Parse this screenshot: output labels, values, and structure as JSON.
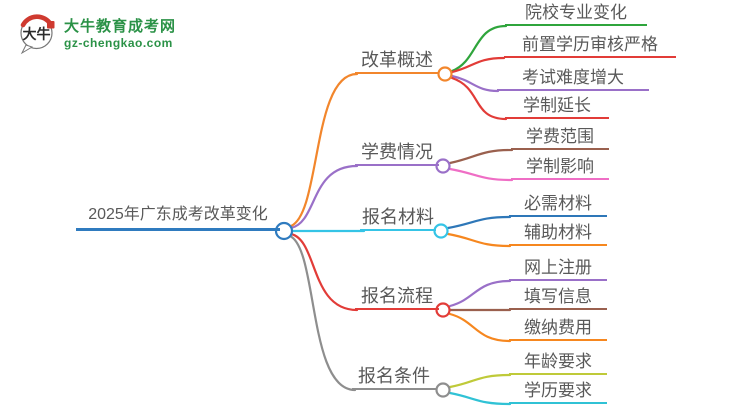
{
  "logo": {
    "icon_text": "大牛",
    "site_name": "大牛教育成考网",
    "site_domain": "gz-chengkao.com",
    "brand_green": "#2b9247",
    "seal_red": "#cf3a30"
  },
  "mindmap": {
    "root": {
      "label": "2025年广东成考改革变化",
      "color": "#2f7bbf"
    },
    "branches": [
      {
        "label": "改革概述",
        "color": "#f2862c",
        "children": [
          {
            "label": "院校专业变化",
            "color": "#2fa53c"
          },
          {
            "label": "前置学历审核严格",
            "color": "#e23c38"
          },
          {
            "label": "考试难度增大",
            "color": "#9a70c8"
          },
          {
            "label": "学制延长",
            "color": "#e23c38"
          }
        ]
      },
      {
        "label": "学费情况",
        "color": "#9a70c8",
        "children": [
          {
            "label": "学费范围",
            "color": "#9a604e"
          },
          {
            "label": "学制影响",
            "color": "#ef6ec5"
          }
        ]
      },
      {
        "label": "报名材料",
        "color": "#35c4e6",
        "children": [
          {
            "label": "必需材料",
            "color": "#2e77b8"
          },
          {
            "label": "辅助材料",
            "color": "#f6871f"
          }
        ]
      },
      {
        "label": "报名流程",
        "color": "#e23c38",
        "children": [
          {
            "label": "网上注册",
            "color": "#9a70c8"
          },
          {
            "label": "填写信息",
            "color": "#9a604e"
          },
          {
            "label": "缴纳费用",
            "color": "#f6871f"
          }
        ]
      },
      {
        "label": "报名条件",
        "color": "#8e8e8e",
        "children": [
          {
            "label": "年龄要求",
            "color": "#bfca39"
          },
          {
            "label": "学历要求",
            "color": "#30c2d5"
          }
        ]
      }
    ]
  }
}
